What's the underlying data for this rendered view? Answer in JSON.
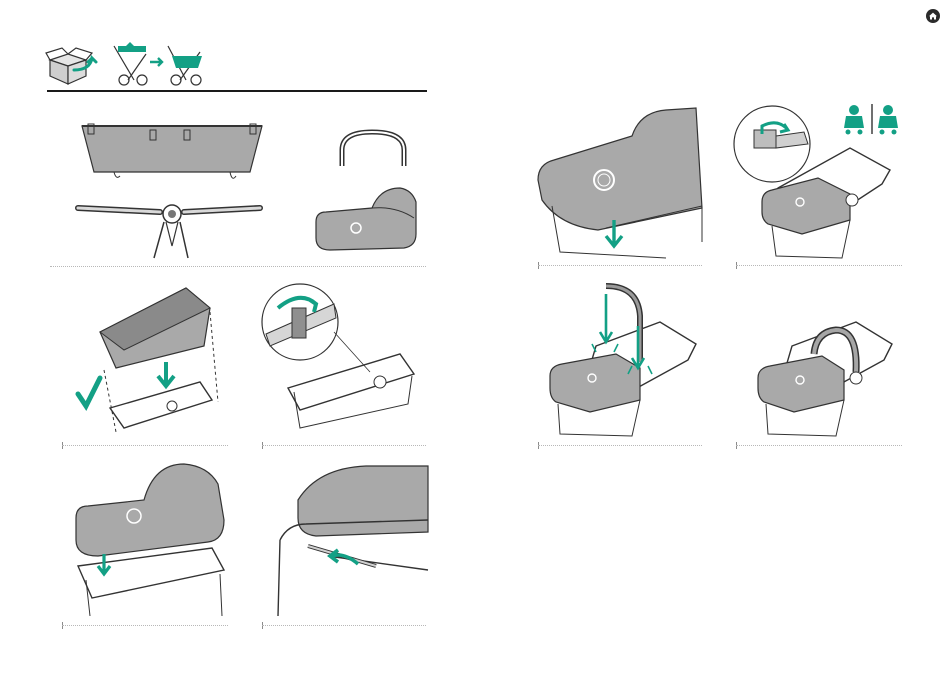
{
  "page": {
    "kind": "assembly-instructions",
    "product": "bassinet",
    "colors": {
      "accent": "#13a085",
      "line": "#333333",
      "fabric": "#a9a9a9",
      "fabric_light": "#c8c8c8",
      "separator": "#b8b8b8",
      "paper": "#ffffff"
    }
  },
  "nav": {
    "home_icon": "house-icon"
  },
  "header": {
    "icons": [
      "open-box-icon",
      "stroller-seat-icon",
      "arrow-right-icon",
      "stroller-bassinet-icon"
    ]
  },
  "parts": [
    {
      "name": "bassinet-fabric-part",
      "icon": "fabric-liner"
    },
    {
      "name": "carry-handle-part",
      "icon": "handle-bar"
    },
    {
      "name": "bassinet-frame-part",
      "icon": "frame-stand"
    },
    {
      "name": "apron-cover-part",
      "icon": "apron-cover"
    }
  ],
  "steps": [
    {
      "name": "step-insert-fabric",
      "icons": [
        "checkmark-icon",
        "arrow-down-icon"
      ]
    },
    {
      "name": "step-clip-fabric",
      "icons": [
        "rotate-arrow-icon"
      ]
    },
    {
      "name": "step-place-cover",
      "icons": [
        "arrow-down-icon"
      ]
    },
    {
      "name": "step-tuck-cover",
      "icons": [
        "arrow-curve-icon"
      ]
    },
    {
      "name": "step-fasten-cover",
      "icons": [
        "arrow-down-icon"
      ]
    },
    {
      "name": "step-attach-to-seat",
      "icons": [
        "parent-facing-icon",
        "world-facing-icon"
      ]
    },
    {
      "name": "step-insert-handle",
      "icons": [
        "arrow-down-icon"
      ]
    },
    {
      "name": "step-result",
      "icons": []
    }
  ]
}
